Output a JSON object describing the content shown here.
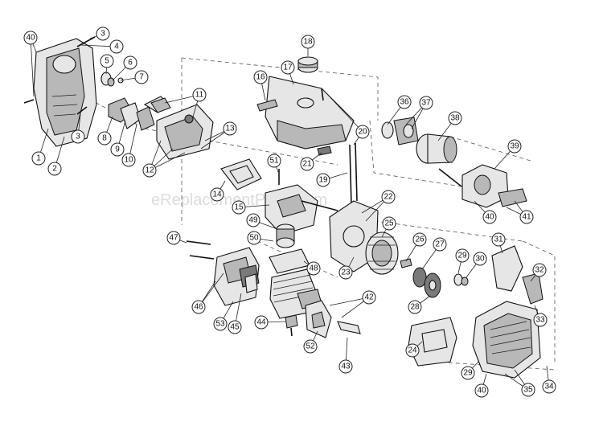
{
  "watermark": "eReplacementParts.com",
  "callouts": [
    "1",
    "2",
    "3",
    "4",
    "5",
    "6",
    "7",
    "8",
    "9",
    "10",
    "11",
    "12",
    "13",
    "14",
    "15",
    "16",
    "17",
    "18",
    "19",
    "20",
    "21",
    "22",
    "23",
    "24",
    "25",
    "26",
    "27",
    "28",
    "29",
    "30",
    "31",
    "32",
    "33",
    "34",
    "35",
    "36",
    "37",
    "38",
    "39",
    "40",
    "41",
    "42",
    "43",
    "44",
    "45",
    "46",
    "47",
    "48",
    "49",
    "50",
    "51",
    "52",
    "53"
  ]
}
